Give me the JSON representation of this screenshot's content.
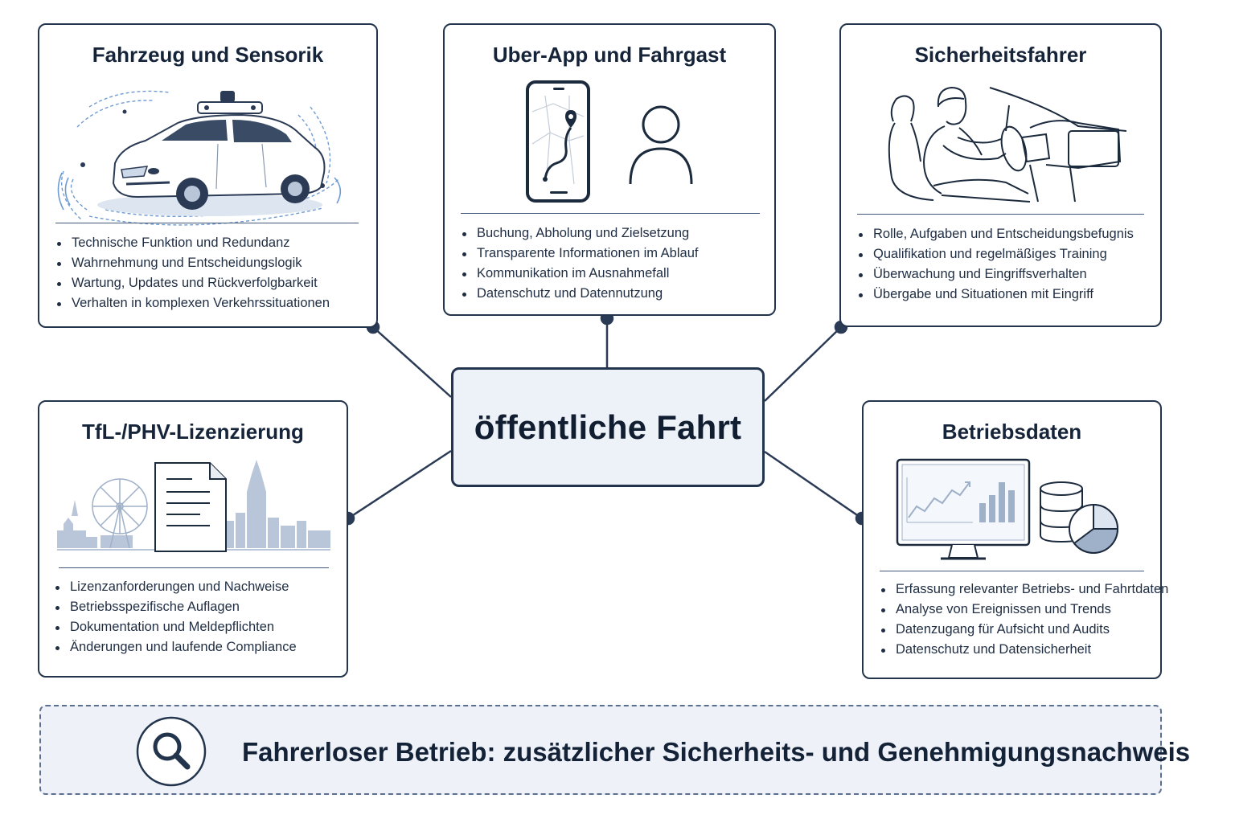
{
  "center": {
    "label": "öffentliche Fahrt"
  },
  "cards": {
    "vehicle": {
      "title": "Fahrzeug und Sensorik",
      "items": [
        "Technische Funktion und Redundanz",
        "Wahrnehmung und Entscheidungslogik",
        "Wartung, Updates und Rückverfolgbarkeit",
        "Verhalten in komplexen Verkehrssituationen"
      ]
    },
    "app": {
      "title": "Uber-App und Fahrgast",
      "items": [
        "Buchung, Abholung und Zielsetzung",
        "Transparente Informationen im Ablauf",
        "Kommunikation im Ausnahmefall",
        "Datenschutz und Datennutzung"
      ]
    },
    "driver": {
      "title": "Sicherheitsfahrer",
      "items": [
        "Rolle, Aufgaben und Entscheidungsbefugnis",
        "Qualifikation und regelmäßiges Training",
        "Überwachung und Eingriffsverhalten",
        "Übergabe und Situationen mit Eingriff"
      ]
    },
    "license": {
      "title": "TfL-/PHV-Lizenzierung",
      "items": [
        "Lizenzanforderungen und Nachweise",
        "Betriebsspezifische Auflagen",
        "Dokumentation und Meldepflichten",
        "Änderungen und laufende Compliance"
      ]
    },
    "data": {
      "title": "Betriebsdaten",
      "items": [
        "Erfassung relevanter Betriebs- und Fahrtdaten",
        "Analyse von Ereignissen und Trends",
        "Datenzugang für Aufsicht und Audits",
        "Datenschutz und Datensicherheit"
      ]
    }
  },
  "footer": {
    "text": "Fahrerloser Betrieb: zusätzlicher Sicherheits- und Genehmigungsnachweis",
    "icon": "magnifier-icon"
  },
  "colors": {
    "stroke": "#23344d",
    "center_fill": "#edf2f8",
    "banner_fill": "#eef2f8",
    "accent_blue": "#6f9bd1",
    "skyline": "#b9c6da"
  }
}
